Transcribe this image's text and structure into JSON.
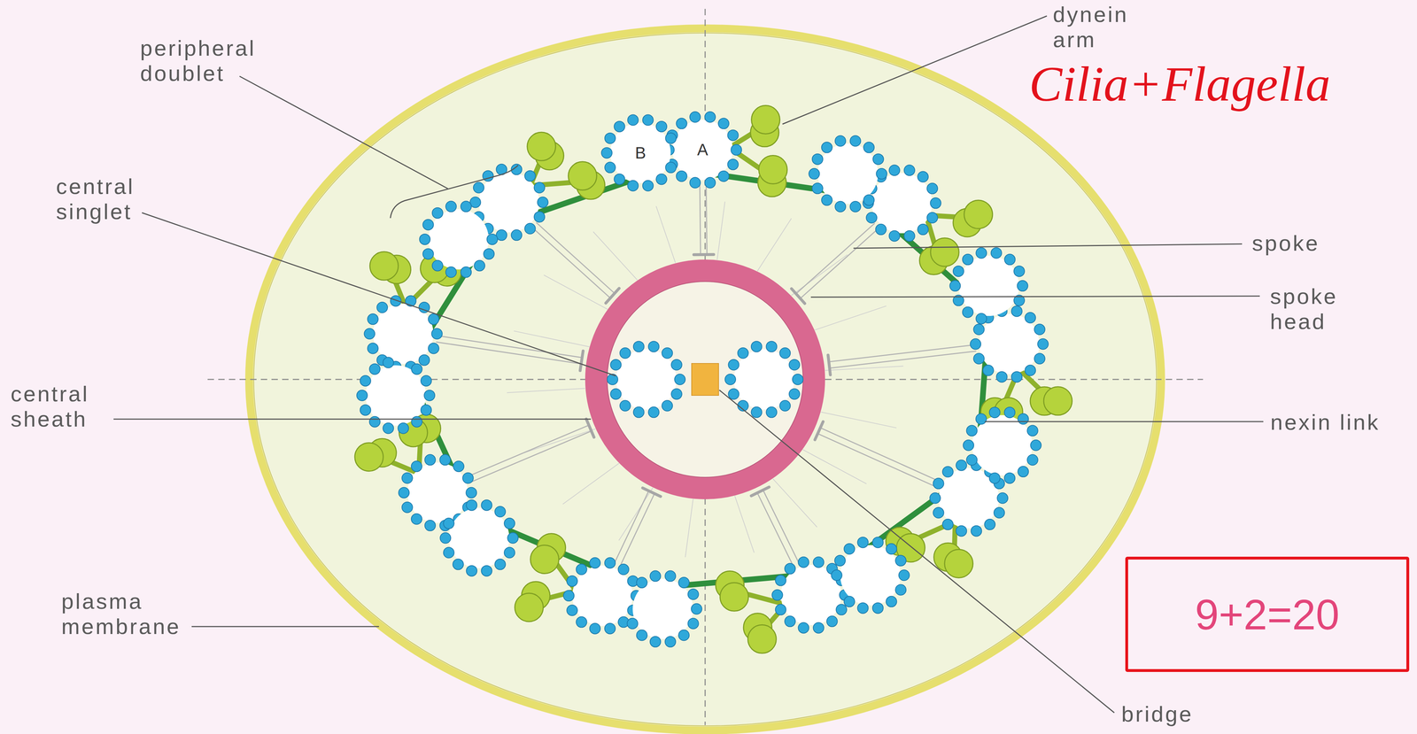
{
  "diagram": {
    "title": "Cilia+Flagella",
    "nodes": [
      {
        "text": [
          "B"
        ]
      },
      {
        "text": [
          "A"
        ]
      },
      {
        "text": [
          "9+2=20"
        ]
      }
    ],
    "labels": [
      "peripheral doublet",
      "dynein arm",
      "central singlet",
      "spoke",
      "spoke head",
      "central sheath",
      "nexin link",
      "plasma membrane",
      "bridge"
    ]
  }
}
